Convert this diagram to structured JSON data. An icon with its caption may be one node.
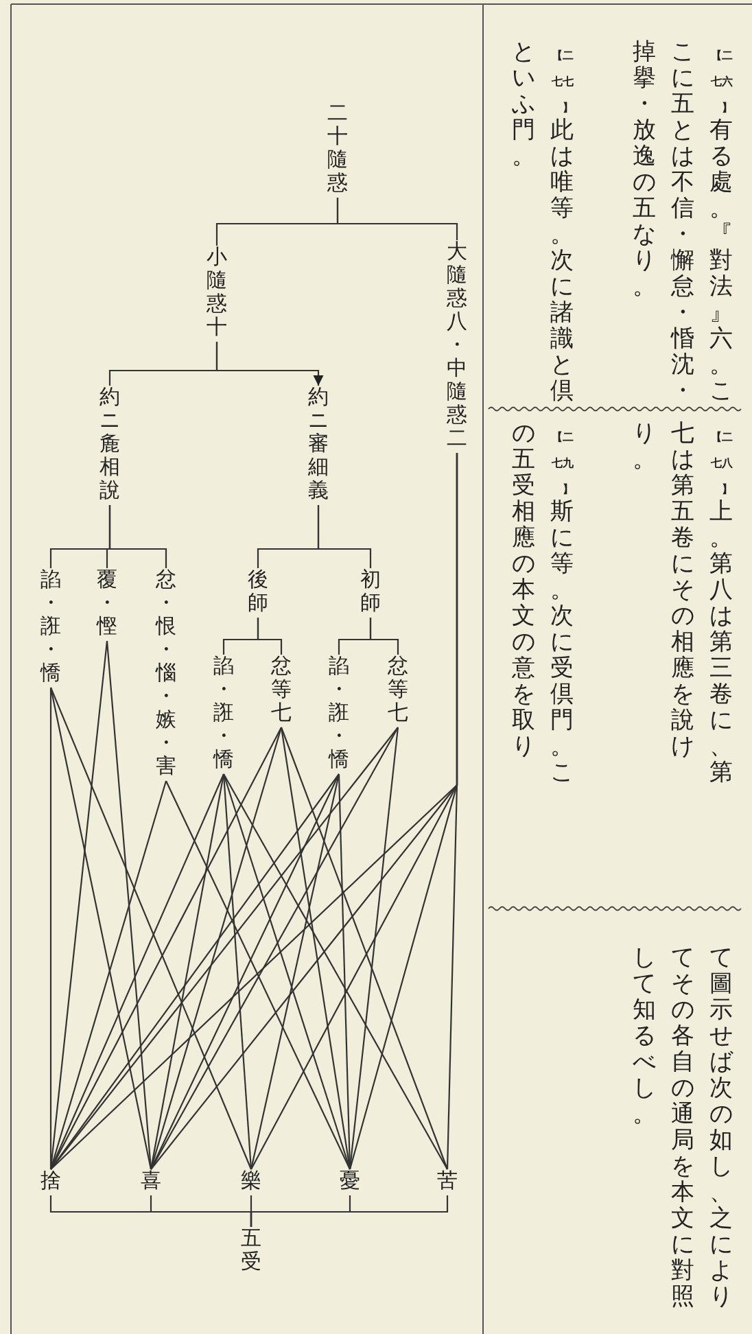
{
  "diagram": {
    "nodes": [
      {
        "text": [
          "二十隨惑"
        ]
      },
      {
        "text": [
          "小隨惑十"
        ]
      },
      {
        "text": [
          "大隨惑八・中隨惑二"
        ]
      },
      {
        "text": [
          "約ニ麁相說"
        ]
      },
      {
        "text": [
          "約ニ審細義"
        ]
      },
      {
        "text": [
          "諂・誑・憍"
        ]
      },
      {
        "text": [
          "覆・慳"
        ]
      },
      {
        "text": [
          "忿・恨・惱・嫉・害"
        ]
      },
      {
        "text": [
          "後師"
        ]
      },
      {
        "text": [
          "初師"
        ]
      },
      {
        "text": [
          "諂・誑・憍"
        ]
      },
      {
        "text": [
          "忿等七"
        ]
      },
      {
        "text": [
          "諂・誑・憍"
        ]
      },
      {
        "text": [
          "忿等七"
        ]
      },
      {
        "text": [
          "捨"
        ]
      },
      {
        "text": [
          "喜"
        ]
      },
      {
        "text": [
          "樂"
        ]
      },
      {
        "text": [
          "憂"
        ]
      },
      {
        "text": [
          "苦"
        ]
      },
      {
        "text": [
          "五受"
        ]
      }
    ],
    "edges": [
      {
        "from": 0,
        "to": 1,
        "arrow": "none"
      },
      {
        "from": 0,
        "to": 2,
        "arrow": "none"
      },
      {
        "from": 1,
        "to": 3,
        "arrow": "none"
      },
      {
        "from": 1,
        "to": 4,
        "arrow": "to"
      },
      {
        "from": 3,
        "to": 5,
        "arrow": "none"
      },
      {
        "from": 3,
        "to": 6,
        "arrow": "none"
      },
      {
        "from": 3,
        "to": 7,
        "arrow": "none"
      },
      {
        "from": 4,
        "to": 8,
        "arrow": "none"
      },
      {
        "from": 4,
        "to": 9,
        "arrow": "none"
      },
      {
        "from": 8,
        "to": 10,
        "arrow": "none"
      },
      {
        "from": 8,
        "to": 11,
        "arrow": "none"
      },
      {
        "from": 9,
        "to": 12,
        "arrow": "none"
      },
      {
        "from": 9,
        "to": 13,
        "arrow": "none"
      },
      {
        "from": 5,
        "to": 14,
        "arrow": "none"
      },
      {
        "from": 5,
        "to": 15,
        "arrow": "none"
      },
      {
        "from": 5,
        "to": 16,
        "arrow": "none"
      },
      {
        "from": 6,
        "to": 14,
        "arrow": "none"
      },
      {
        "from": 6,
        "to": 15,
        "arrow": "none"
      },
      {
        "from": 7,
        "to": 14,
        "arrow": "none"
      },
      {
        "from": 7,
        "to": 17,
        "arrow": "none"
      },
      {
        "from": 10,
        "to": 14,
        "arrow": "none"
      },
      {
        "from": 10,
        "to": 15,
        "arrow": "none"
      },
      {
        "from": 10,
        "to": 16,
        "arrow": "none"
      },
      {
        "from": 10,
        "to": 17,
        "arrow": "none"
      },
      {
        "from": 10,
        "to": 18,
        "arrow": "none"
      },
      {
        "from": 11,
        "to": 14,
        "arrow": "none"
      },
      {
        "from": 11,
        "to": 15,
        "arrow": "none"
      },
      {
        "from": 11,
        "to": 17,
        "arrow": "none"
      },
      {
        "from": 11,
        "to": 18,
        "arrow": "none"
      },
      {
        "from": 12,
        "to": 14,
        "arrow": "none"
      },
      {
        "from": 12,
        "to": 15,
        "arrow": "none"
      },
      {
        "from": 12,
        "to": 16,
        "arrow": "none"
      },
      {
        "from": 12,
        "to": 17,
        "arrow": "none"
      },
      {
        "from": 13,
        "to": 14,
        "arrow": "none"
      },
      {
        "from": 13,
        "to": 15,
        "arrow": "none"
      },
      {
        "from": 13,
        "to": 17,
        "arrow": "none"
      },
      {
        "from": 2,
        "to": 14,
        "arrow": "none"
      },
      {
        "from": 2,
        "to": 15,
        "arrow": "none"
      },
      {
        "from": 2,
        "to": 16,
        "arrow": "none"
      },
      {
        "from": 2,
        "to": 17,
        "arrow": "none"
      },
      {
        "from": 2,
        "to": 18,
        "arrow": "none"
      },
      {
        "from": 14,
        "to": 19,
        "arrow": "none"
      },
      {
        "from": 15,
        "to": 19,
        "arrow": "none"
      },
      {
        "from": 16,
        "to": 19,
        "arrow": "none"
      },
      {
        "from": 17,
        "to": 19,
        "arrow": "none"
      },
      {
        "from": 18,
        "to": 19,
        "arrow": "none"
      }
    ],
    "labels": [
      "【二七六】有る處。『對法』六。ここに五とは不信・懈怠・惛沈・掉擧・放逸の五なり。",
      "【二七七】此は唯等。次に諸識と倶といふ門。",
      "【二七八】上。第八は第三卷に、第七は第五卷にその相應を說けり。",
      "【二七九】斯に等。次に受倶門。この五受相應の本文の意を取り",
      "て圖示せば次の如し、之によりてその各自の通局を本文に對照して知るべし。"
    ]
  }
}
